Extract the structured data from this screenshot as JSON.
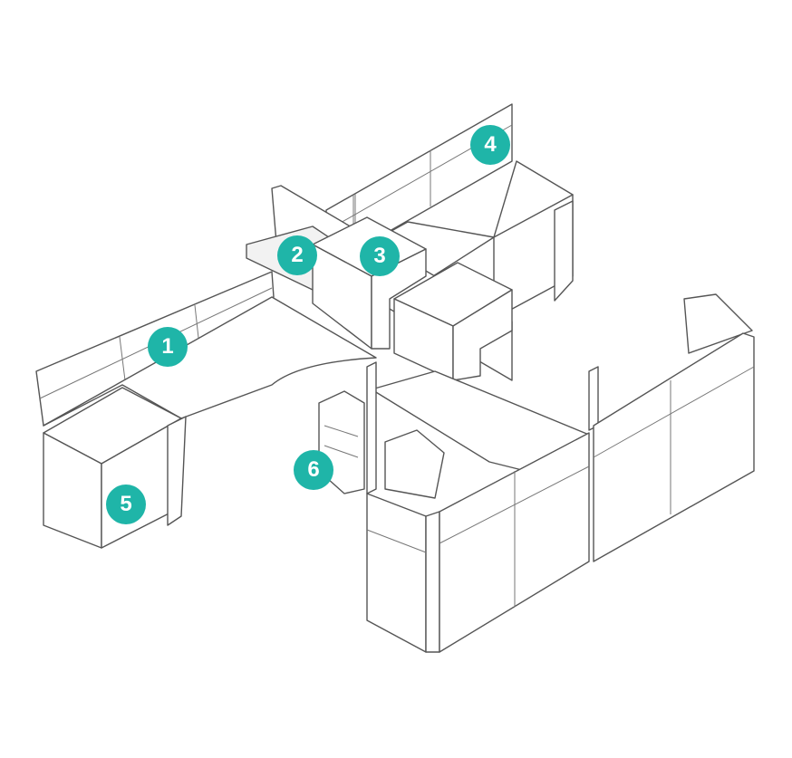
{
  "accent_color": "#1fb5a8",
  "markers": [
    {
      "label": "1",
      "part": "desk"
    },
    {
      "label": "2",
      "part": "shelf"
    },
    {
      "label": "3",
      "part": "overhead-cabinet"
    },
    {
      "label": "4",
      "part": "panel"
    },
    {
      "label": "5",
      "part": "storage-cabinet"
    },
    {
      "label": "6",
      "part": "pedestal"
    }
  ]
}
